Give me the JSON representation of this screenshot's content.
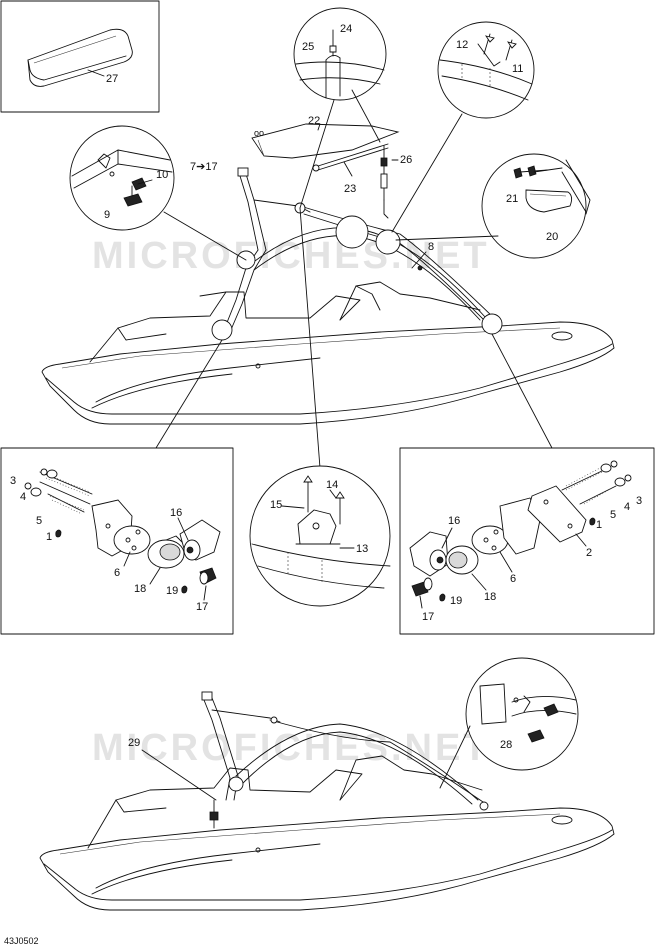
{
  "reference_code": "43J0502",
  "watermark": "MICROFICHES.NET",
  "callouts": {
    "c27": "27",
    "c24": "24",
    "c25": "25",
    "c12": "12",
    "c11": "11",
    "c22": "22",
    "c26": "26",
    "c23": "23",
    "c7_17": "7➔17",
    "c10": "10",
    "c9": "9",
    "c21": "21",
    "c20": "20",
    "c8": "8",
    "left_3": "3",
    "left_4": "4",
    "left_5": "5",
    "left_1": "1",
    "left_6": "6",
    "left_18": "18",
    "left_16": "16",
    "left_19": "19",
    "left_17": "17",
    "mid_14": "14",
    "mid_15": "15",
    "mid_13": "13",
    "right_16": "16",
    "right_3": "3",
    "right_4": "4",
    "right_5": "5",
    "right_1": "1",
    "right_2": "2",
    "right_6": "6",
    "right_18": "18",
    "right_19": "19",
    "right_17": "17",
    "c29": "29",
    "c28": "28"
  }
}
